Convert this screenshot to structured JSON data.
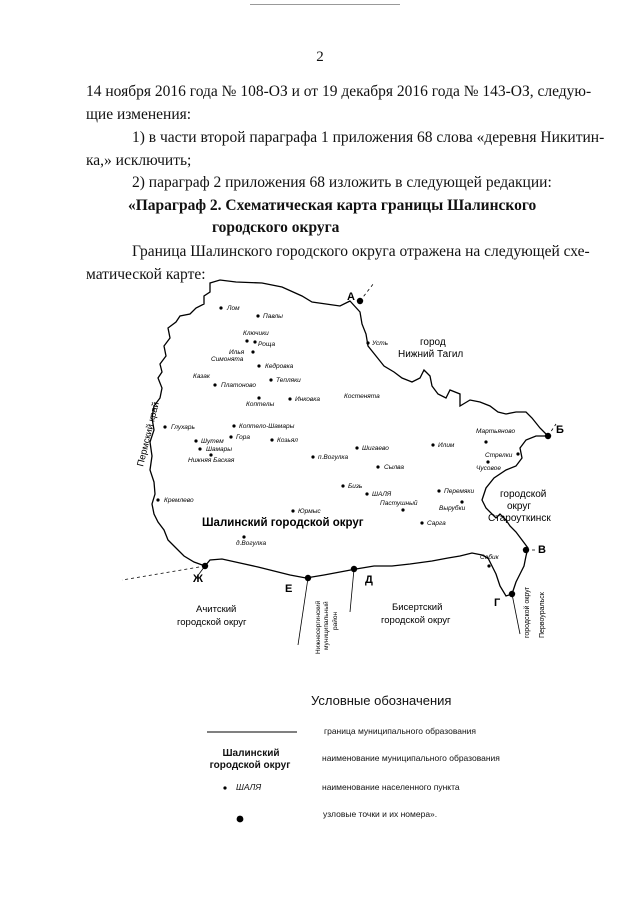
{
  "page_number": "2",
  "para1_line1": "14 ноября 2016 года № 108-ОЗ и от 19 декабря 2016 года № 143-ОЗ, следую-",
  "para1_line2": "щие изменения:",
  "item1_line1": "1) в части второй параграфа 1 приложения 68 слова «деревня Никитин-",
  "item1_line2": "ка,» исключить;",
  "item2": "2) параграф 2 приложения 68 изложить в следующей редакции:",
  "heading_line1": "«Параграф 2. Схематическая карта границы Шалинского",
  "heading_line2": "городского округа",
  "para2_line1": "Граница Шалинского городского округа отражена на следующей схе-",
  "para2_line2": "матической карте:",
  "map": {
    "district_name": "Шалинский городской округ",
    "points": {
      "a": "А",
      "b": "Б",
      "v": "В",
      "g": "Г",
      "d": "Д",
      "e": "Е",
      "zh": "Ж"
    },
    "neighbors": {
      "tagil_1": "город",
      "tagil_2": "Нижний Тагил",
      "perm": "Пермский край",
      "staro_1": "городской",
      "staro_2": "округ",
      "staro_3": "Староуткинск",
      "achit_1": "Ачитский",
      "achit_2": "городской округ",
      "nizhneserg_1": "Нижнесергинский",
      "nizhneserg_2": "муниципальный",
      "nizhneserg_3": "район",
      "bisert_1": "Бисертский",
      "bisert_2": "городской округ",
      "pervour_1": "городской округ",
      "pervour_2": "Первоуральск"
    },
    "settlements": {
      "lom": "Лом",
      "pavly": "Павлы",
      "klyuchiki": "Ключики",
      "roshcha": "Роща",
      "ilya": "Илья",
      "simonyata": "Симонята",
      "ust": "Усть",
      "kedrovka": "Кедровка",
      "kazak": "Казак",
      "platonovo": "Платоново",
      "tepliaki": "Тепляки",
      "koptely": "Коптелы",
      "inkovka": "Инковка",
      "kostenyata": "Костенята",
      "glukhar": "Глухарь",
      "gora": "Гора",
      "kozyaly": "Козьял",
      "shutem": "Шутем",
      "shamary": "Шамары",
      "nizhnyaya_baskaya": "Нижняя Баская",
      "koptelo_shamary": "Коптело-Шамары",
      "shigaevo": "Шигаево",
      "p_vogulka": "п.Вогулка",
      "ilim": "Илим",
      "sylva": "Сылва",
      "martyanovo": "Мартьяново",
      "streliki": "Стрелки",
      "chusovoe": "Чусовое",
      "bizi": "Бизь",
      "shalya": "ШАЛЯ",
      "peremyaki": "Перемяки",
      "pastukhovy": "Пастушный",
      "vyrubki": "Вырубки",
      "kramlevo": "Кремлево",
      "yurmys": "Юрмыс",
      "sarga": "Сарга",
      "d_vogulka": "д.Вогулка",
      "sabik": "Сабик"
    }
  },
  "legend": {
    "title": "Условные обозначения",
    "line_desc": "граница муниципального образования",
    "name_sample_1": "Шалинский",
    "name_sample_2": "городской округ",
    "name_desc": "наименование муниципального образования",
    "settlement_sample": "ШАЛЯ",
    "settlement_desc": "наименование населенного пункта",
    "node_desc": "узловые точки и их номера»."
  }
}
